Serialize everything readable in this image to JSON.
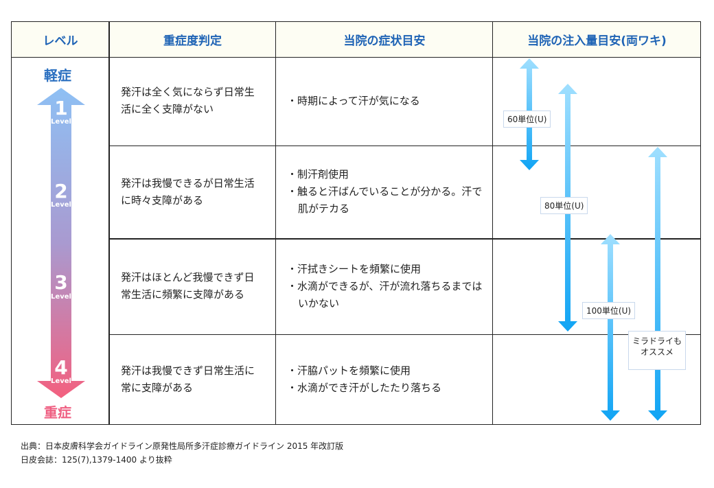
{
  "headers": [
    "レベル",
    "重症度判定",
    "当院の症状目安",
    "当院の注入量目安(両ワキ)"
  ],
  "level_scale": {
    "mild": "軽症",
    "severe": "重症",
    "level_word": "Level",
    "levels": [
      "1",
      "2",
      "3",
      "4"
    ]
  },
  "rows": [
    {
      "severity": "発汗は全く気にならず日常生活に全く支障がない",
      "symptoms": [
        "・時期によって汗が気になる"
      ]
    },
    {
      "severity": "発汗は我慢できるが日常生活に時々支障がある",
      "symptoms": [
        "・制汗剤使用",
        "・触ると汗ばんでいることが分かる。汗で肌がテカる"
      ]
    },
    {
      "severity": "発汗はほとんど我慢できず日常生活に頻繁に支障がある",
      "symptoms": [
        "・汗拭きシートを頻繁に使用",
        "・水滴ができるが、汗が流れ落ちるまではいかない"
      ]
    },
    {
      "severity": "発汗は我慢できず日常生活に常に支障がある",
      "symptoms": [
        "・汗脇パットを頻繁に使用",
        "・水滴ができ汗がしたたり落ちる"
      ]
    }
  ],
  "doses": [
    "60単位(U)",
    "80単位(U)",
    "100単位(U)",
    "ミラドライも",
    "オススメ"
  ],
  "source": [
    "出典：日本皮膚科学会ガイドライン原発性局所多汗症診療ガイドライン 2015 年改訂版",
    "日皮会誌：125(7),1379-1400 より抜粋"
  ],
  "colors": {
    "header_text": "#1e63b5",
    "mild": "#2a6fc0",
    "severe": "#ef5f82"
  }
}
